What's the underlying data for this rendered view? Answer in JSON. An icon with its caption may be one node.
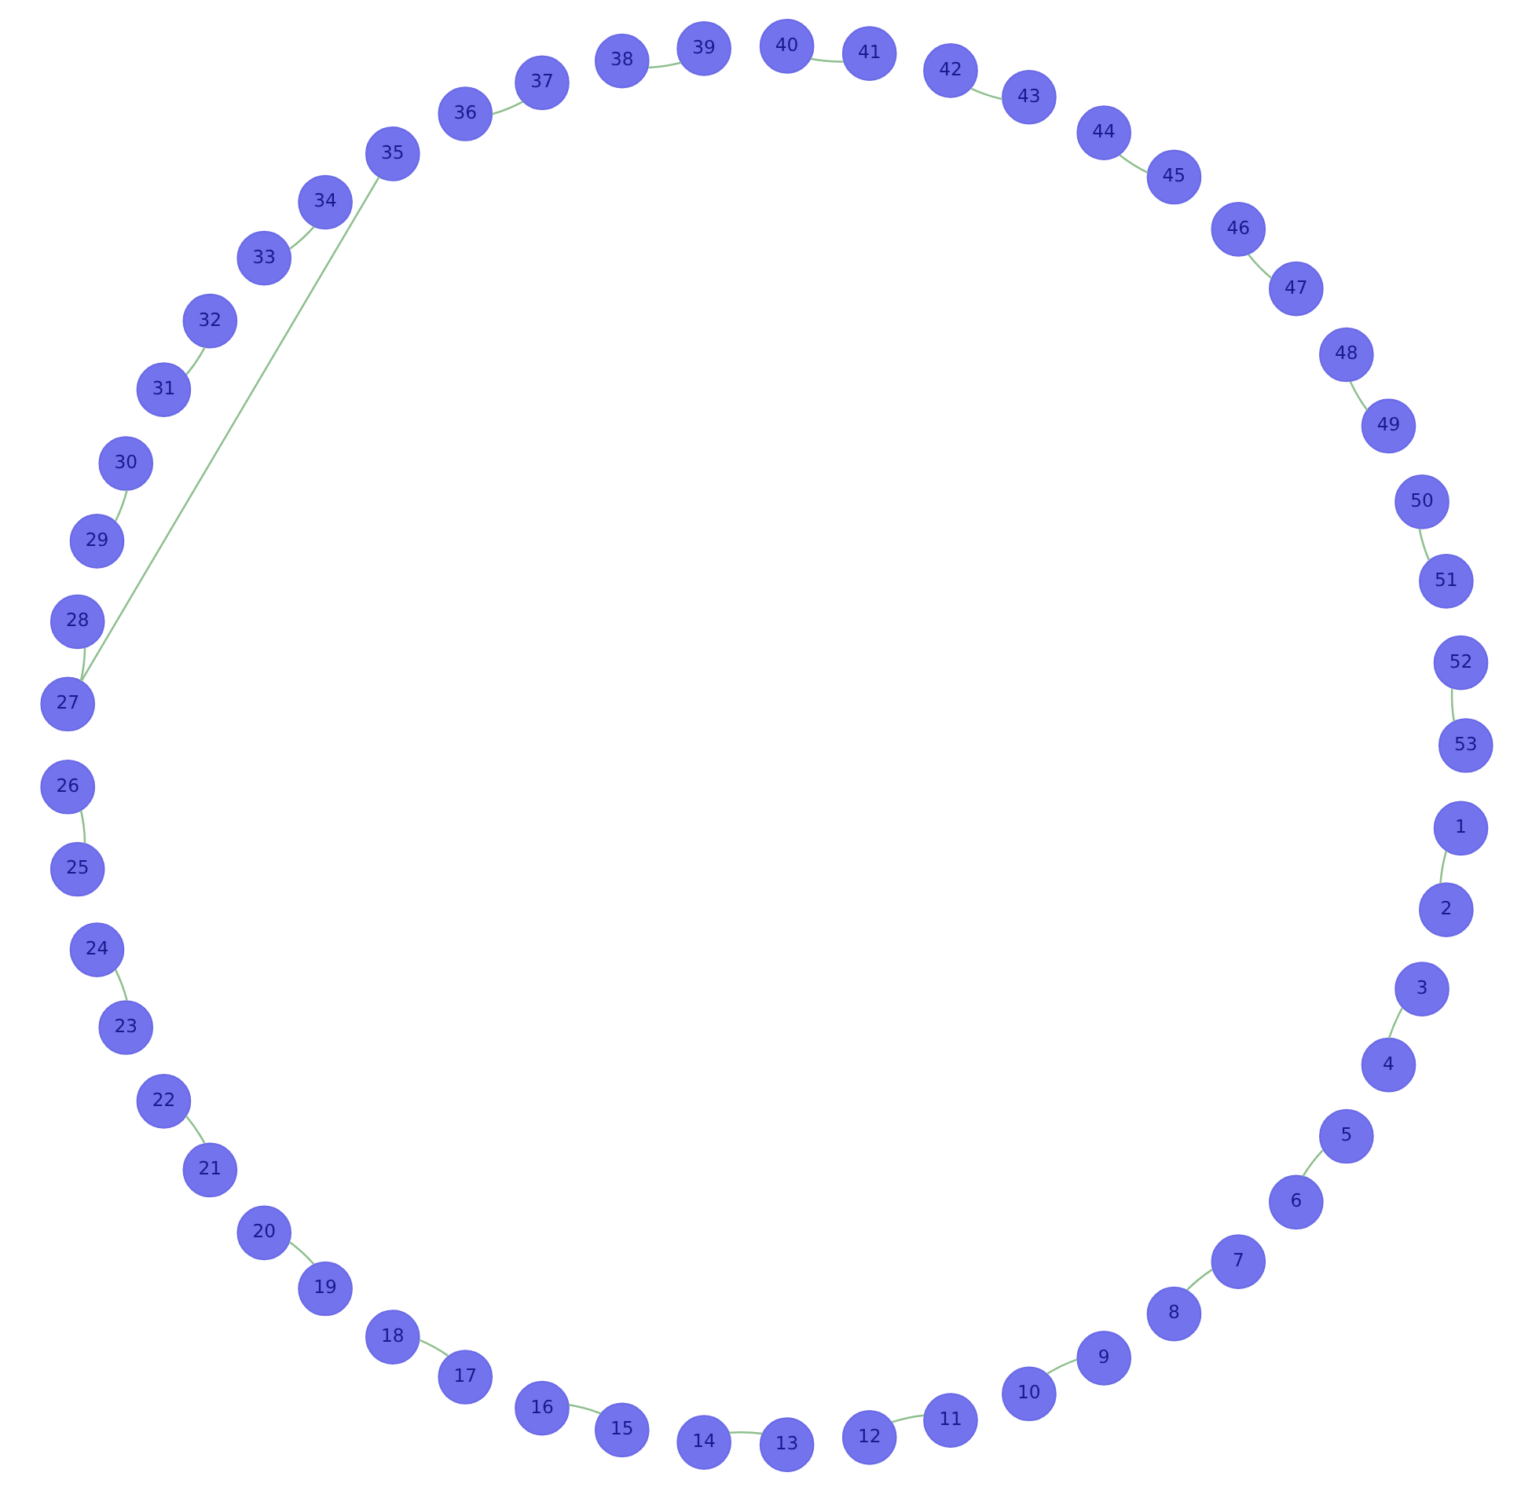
{
  "diagram": {
    "nodes": [
      {
        "text": [
          "1"
        ]
      },
      {
        "text": [
          "2"
        ]
      },
      {
        "text": [
          "3"
        ]
      },
      {
        "text": [
          "4"
        ]
      },
      {
        "text": [
          "5"
        ]
      },
      {
        "text": [
          "6"
        ]
      },
      {
        "text": [
          "7"
        ]
      },
      {
        "text": [
          "8"
        ]
      },
      {
        "text": [
          "9"
        ]
      },
      {
        "text": [
          "10"
        ]
      },
      {
        "text": [
          "11"
        ]
      },
      {
        "text": [
          "12"
        ]
      },
      {
        "text": [
          "13"
        ]
      },
      {
        "text": [
          "14"
        ]
      },
      {
        "text": [
          "15"
        ]
      },
      {
        "text": [
          "16"
        ]
      },
      {
        "text": [
          "17"
        ]
      },
      {
        "text": [
          "18"
        ]
      },
      {
        "text": [
          "19"
        ]
      },
      {
        "text": [
          "20"
        ]
      },
      {
        "text": [
          "21"
        ]
      },
      {
        "text": [
          "22"
        ]
      },
      {
        "text": [
          "23"
        ]
      },
      {
        "text": [
          "24"
        ]
      },
      {
        "text": [
          "25"
        ]
      },
      {
        "text": [
          "26"
        ]
      },
      {
        "text": [
          "27"
        ]
      },
      {
        "text": [
          "28"
        ]
      },
      {
        "text": [
          "29"
        ]
      },
      {
        "text": [
          "30"
        ]
      },
      {
        "text": [
          "31"
        ]
      },
      {
        "text": [
          "32"
        ]
      },
      {
        "text": [
          "33"
        ]
      },
      {
        "text": [
          "34"
        ]
      },
      {
        "text": [
          "35"
        ]
      },
      {
        "text": [
          "36"
        ]
      },
      {
        "text": [
          "37"
        ]
      },
      {
        "text": [
          "38"
        ]
      },
      {
        "text": [
          "39"
        ]
      },
      {
        "text": [
          "40"
        ]
      },
      {
        "text": [
          "41"
        ]
      },
      {
        "text": [
          "42"
        ]
      },
      {
        "text": [
          "43"
        ]
      },
      {
        "text": [
          "44"
        ]
      },
      {
        "text": [
          "45"
        ]
      },
      {
        "text": [
          "46"
        ]
      },
      {
        "text": [
          "47"
        ]
      },
      {
        "text": [
          "48"
        ]
      },
      {
        "text": [
          "49"
        ]
      },
      {
        "text": [
          "50"
        ]
      },
      {
        "text": [
          "51"
        ]
      },
      {
        "text": [
          "52"
        ]
      },
      {
        "text": [
          "53"
        ]
      }
    ],
    "edges": [
      {
        "from": 0,
        "to": 1,
        "arrow": "none"
      },
      {
        "from": 2,
        "to": 3,
        "arrow": "none"
      },
      {
        "from": 4,
        "to": 5,
        "arrow": "none"
      },
      {
        "from": 6,
        "to": 7,
        "arrow": "none"
      },
      {
        "from": 8,
        "to": 9,
        "arrow": "none"
      },
      {
        "from": 10,
        "to": 11,
        "arrow": "none"
      },
      {
        "from": 12,
        "to": 13,
        "arrow": "none"
      },
      {
        "from": 14,
        "to": 15,
        "arrow": "none"
      },
      {
        "from": 16,
        "to": 17,
        "arrow": "none"
      },
      {
        "from": 18,
        "to": 19,
        "arrow": "none"
      },
      {
        "from": 20,
        "to": 21,
        "arrow": "none"
      },
      {
        "from": 22,
        "to": 23,
        "arrow": "none"
      },
      {
        "from": 24,
        "to": 25,
        "arrow": "none"
      },
      {
        "from": 26,
        "to": 34,
        "arrow": "none"
      },
      {
        "from": 26,
        "to": 27,
        "arrow": "none"
      },
      {
        "from": 28,
        "to": 29,
        "arrow": "none"
      },
      {
        "from": 30,
        "to": 31,
        "arrow": "none"
      },
      {
        "from": 32,
        "to": 33,
        "arrow": "none"
      },
      {
        "from": 35,
        "to": 36,
        "arrow": "none"
      },
      {
        "from": 37,
        "to": 38,
        "arrow": "none"
      },
      {
        "from": 39,
        "to": 40,
        "arrow": "none"
      },
      {
        "from": 41,
        "to": 42,
        "arrow": "none"
      },
      {
        "from": 43,
        "to": 44,
        "arrow": "none"
      },
      {
        "from": 45,
        "to": 46,
        "arrow": "none"
      },
      {
        "from": 47,
        "to": 48,
        "arrow": "none"
      },
      {
        "from": 49,
        "to": 50,
        "arrow": "none"
      },
      {
        "from": 51,
        "to": 52,
        "arrow": "none"
      }
    ]
  }
}
